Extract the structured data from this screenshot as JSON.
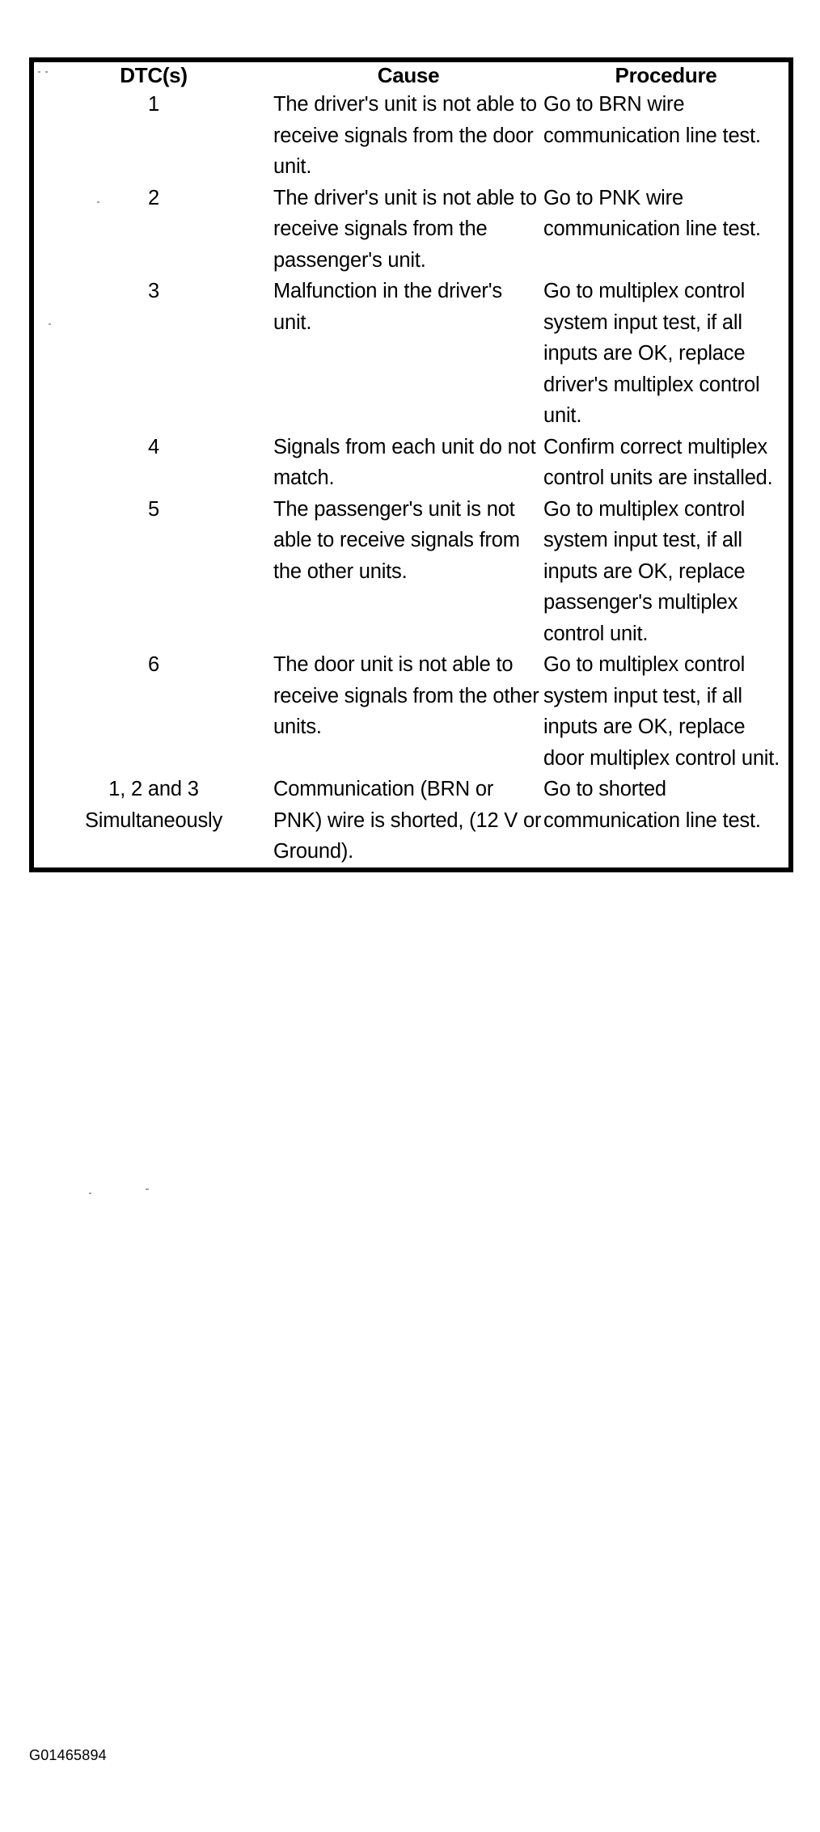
{
  "figure": {
    "id_label": "G01465894"
  },
  "table": {
    "name": "dtc-cause-procedure-table",
    "headers": [
      "DTC(s)",
      "Cause",
      "Procedure"
    ],
    "rows": [
      {
        "dtc": "1",
        "cause": "The driver's unit is not able to receive signals from the door unit.",
        "procedure": "Go to BRN wire communication line test."
      },
      {
        "dtc": "2",
        "cause": "The driver's unit is not able to receive signals from the passenger's unit.",
        "procedure": "Go to PNK wire communication line test."
      },
      {
        "dtc": "3",
        "cause": "Malfunction in the driver's unit.",
        "procedure": "Go to multiplex control system input test, if all inputs are OK, replace driver's multiplex control unit."
      },
      {
        "dtc": "4",
        "cause": "Signals from each unit do not match.",
        "procedure": "Confirm correct multiplex control units are installed."
      },
      {
        "dtc": "5",
        "cause": "The passenger's unit is not able to receive signals from the other units.",
        "procedure": "Go to multiplex control system input test, if all inputs are OK, replace passenger's multiplex control unit."
      },
      {
        "dtc": "6",
        "cause": "The door unit is not able to receive signals from the other units.",
        "procedure": "Go to multiplex control system input test, if all inputs are OK, replace door multiplex control unit."
      },
      {
        "dtc": "1, 2 and 3\nSimultaneously",
        "cause": "Communication (BRN or PNK) wire is shorted, (12 V or Ground).",
        "procedure": "Go to shorted communication line test."
      }
    ]
  },
  "colors": {
    "ink": "#000000",
    "paper": "#ffffff"
  }
}
